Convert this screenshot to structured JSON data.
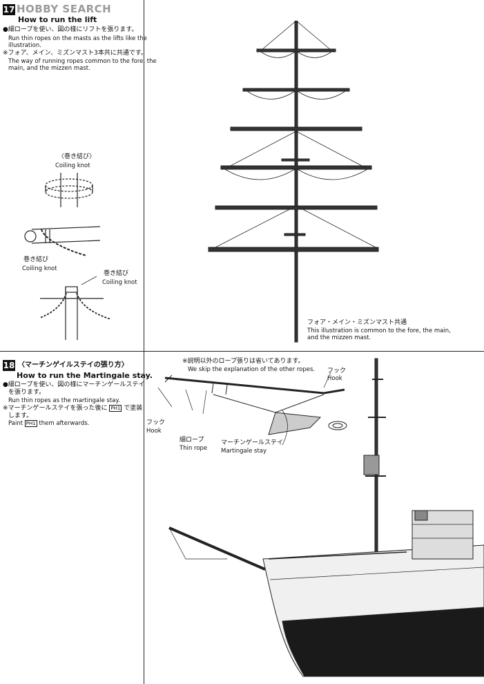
{
  "watermark": "HOBBY SEARCH",
  "step17": {
    "number": "17",
    "title_en": "How to run the lift",
    "bullet1_jp": "●細ロープを使い、図の様にリフトを張ります。",
    "bullet1_en_1": "Run thin ropes on the masts as the lifts like the",
    "bullet1_en_2": "illustration.",
    "note_jp": "※フォア、メイン、ミズンマスト3本共に共通です。",
    "note_en_1": "The way of running ropes common to the fore, the",
    "note_en_2": "main, and the mizzen mast.",
    "knot1_jp": "〈巻き結び〉",
    "knot1_en": "Coiling knot",
    "knot2_jp": "巻き結び",
    "knot2_en": "Coiling knot",
    "knot3_jp": "巻き結び",
    "knot3_en": "Coiling knot",
    "mast_caption_jp": "フォア・メイン・ミズンマスト共通",
    "mast_caption_en_1": "This illustration is common to the fore, the main,",
    "mast_caption_en_2": "and the mizzen mast."
  },
  "step18": {
    "number": "18",
    "title_jp": "〈マーチンゲイルステイの張り方〉",
    "title_en": "How to run the Martingale stay.",
    "bullet1_jp_1": "●細ロープを使い、図の様にマーチンゲールステイ",
    "bullet1_jp_2": "を張ります。",
    "bullet1_en": "Run thin ropes as the martingale stay.",
    "note_jp_1": "※マーチンゲールステイを張った後に",
    "note_jp_code": "PH1",
    "note_jp_2": "で塗装",
    "note_jp_3": "します。",
    "note_en_1": "Paint",
    "note_en_code": "PH1",
    "note_en_2": "them afterwards.",
    "skip_jp": "※説明以外のロープ張りは省いてあります。",
    "skip_en": "We skip the explanation of the other ropes.",
    "hook1_jp": "フック",
    "hook1_en": "Hook",
    "hook2_jp": "フック",
    "hook2_en": "Hook",
    "thin_rope_jp": "細ロープ",
    "thin_rope_en": "Thin rope",
    "martingale_jp": "マーチンゲールステイ",
    "martingale_en": "Martingale stay"
  }
}
